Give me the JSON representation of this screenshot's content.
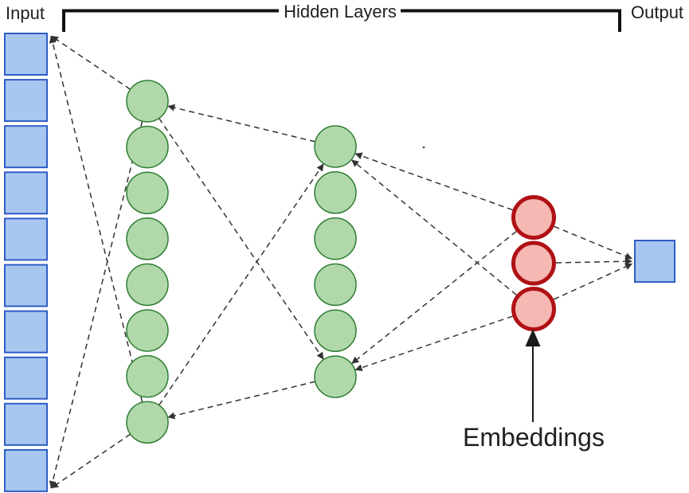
{
  "diagram": {
    "labels": {
      "input": "Input",
      "hidden_layers": "Hidden Layers",
      "output": "Output",
      "embeddings": "Embeddings"
    },
    "layers": [
      {
        "name": "input",
        "shape": "square",
        "count": 10,
        "fill": "#a8c7f0",
        "stroke": "#2e5cc5"
      },
      {
        "name": "hidden-1",
        "shape": "circle",
        "count": 8,
        "fill": "#b0d8aa",
        "stroke": "#2e7d32"
      },
      {
        "name": "hidden-2",
        "shape": "circle",
        "count": 6,
        "fill": "#b0d8aa",
        "stroke": "#2e7d32"
      },
      {
        "name": "embeddings",
        "shape": "circle",
        "count": 3,
        "fill": "#f5b8b2",
        "stroke": "#b01115"
      },
      {
        "name": "output",
        "shape": "square",
        "count": 1,
        "fill": "#a8c7f0",
        "stroke": "#2e5cc5"
      }
    ],
    "connector_color": "#333333",
    "bracket_color": "#111111",
    "pointer_color": "#1a1a1a",
    "background": "#ffffff"
  }
}
